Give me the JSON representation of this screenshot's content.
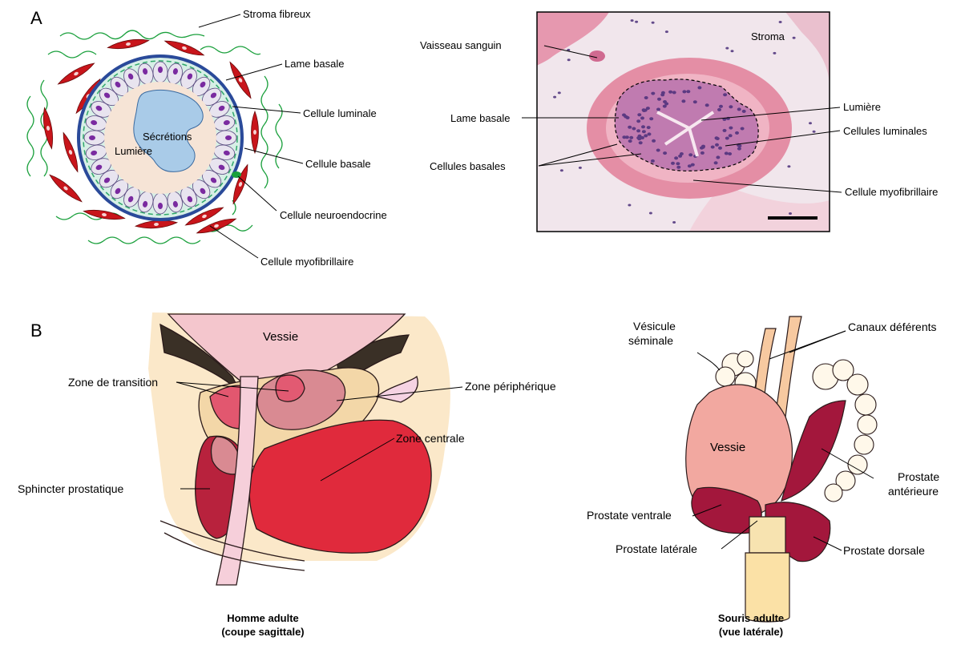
{
  "panel_a": {
    "letter": "A",
    "diagram_labels": {
      "stroma_fibreux": "Stroma fibreux",
      "lame_basale": "Lame basale",
      "cellule_luminale": "Cellule luminale",
      "cellule_basale": "Cellule basale",
      "cellule_neuroendocrine": "Cellule neuroendocrine",
      "cellule_myofibrillaire": "Cellule myofibrillaire",
      "secretions": "Sécrétions",
      "lumiere": "Lumière"
    },
    "histology_labels": {
      "stroma": "Stroma",
      "vaisseau_sanguin": "Vaisseau sanguin",
      "lumiere": "Lumière",
      "lame_basale": "Lame basale",
      "cellules_luminales": "Cellules luminales",
      "cellules_basales": "Cellules basales",
      "cellule_myofibrillaire": "Cellule myofibrillaire"
    }
  },
  "panel_b": {
    "letter": "B",
    "human": {
      "vessie": "Vessie",
      "zone_transition": "Zone de transition",
      "zone_peripherique": "Zone périphérique",
      "zone_centrale": "Zone centrale",
      "sphincter": "Sphincter prostatique",
      "caption_line1": "Homme adulte",
      "caption_line2": "(coupe sagittale)"
    },
    "mouse": {
      "vesicule_line1": "Vésicule",
      "vesicule_line2": "séminale",
      "canaux": "Canaux déférents",
      "vessie": "Vessie",
      "prostate_anterieure_line1": "Prostate",
      "prostate_anterieure_line2": "antérieure",
      "prostate_ventrale": "Prostate ventrale",
      "prostate_laterale": "Prostate latérale",
      "prostate_dorsale": "Prostate dorsale",
      "caption_line1": "Souris adulte",
      "caption_line2": "(vue latérale)"
    }
  },
  "colors": {
    "myofibril": "#c8151b",
    "stroma_fiber": "#1aa03c",
    "basal_membrane": "#2a4a9a",
    "luminal_cell": "#e8e4ef",
    "nucleus": "#7a2aa0",
    "secretion": "#a9cbe8",
    "lumen_bg": "#f6e4d6",
    "histology_pink": "#e9a3b6",
    "prostate_dark": "#a3173c",
    "bladder_pink": "#f0a8a0"
  }
}
